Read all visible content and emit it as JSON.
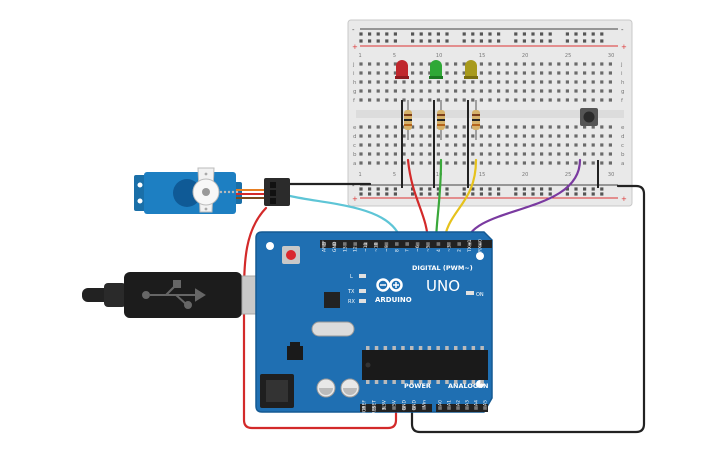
{
  "breadboard": {
    "col_numbers": [
      "1",
      "5",
      "10",
      "15",
      "20",
      "25",
      "30"
    ],
    "row_letters_top": [
      "j",
      "i",
      "h",
      "g",
      "f"
    ],
    "row_letters_bottom": [
      "e",
      "d",
      "c",
      "b",
      "a"
    ],
    "rail_minus": "-",
    "rail_plus": "+"
  },
  "arduino": {
    "model": "UNO",
    "brand": "ARDUINO",
    "digital_label": "DIGITAL (PWM~)",
    "digital_pins": [
      "AREF",
      "GND",
      "13",
      "12",
      "~11",
      "~10",
      "~9",
      "8",
      "7",
      "~6",
      "~5",
      "4",
      "~3",
      "2",
      "TX→1",
      "RX←0"
    ],
    "power_label": "POWER",
    "power_pins": [
      "IOREF",
      "RESET",
      "3.3V",
      "5V",
      "GND",
      "GND",
      "Vin"
    ],
    "analog_label": "ANALOG IN",
    "analog_pins": [
      "A0",
      "A1",
      "A2",
      "A3",
      "A4",
      "A5"
    ],
    "led_labels": [
      "L",
      "TX",
      "RX"
    ],
    "on_label": "ON"
  },
  "components": {
    "leds": [
      {
        "name": "red",
        "color": "#c0272d"
      },
      {
        "name": "green",
        "color": "#2fa836"
      },
      {
        "name": "yellow",
        "color": "#a89a1c"
      }
    ]
  },
  "colors": {
    "board": "#1f6fb2",
    "board_dark": "#0f5a96",
    "breadboard": "#e6e6e6",
    "servo": "#1d7fc2",
    "wire_red": "#d32a2a",
    "wire_black": "#222222",
    "wire_cyan": "#5ec5d6",
    "wire_green": "#3aa83a",
    "wire_yellow": "#e6c21c",
    "wire_purple": "#7a3aa0"
  }
}
